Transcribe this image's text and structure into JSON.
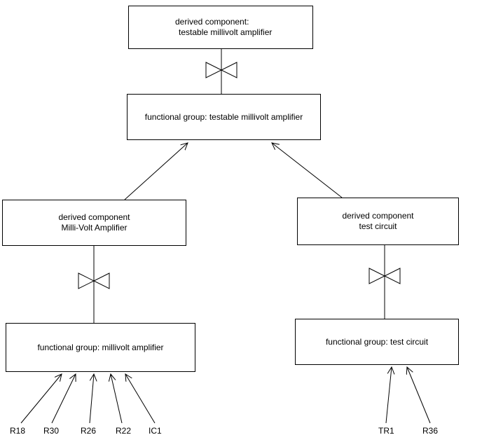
{
  "diagram": {
    "background": "#ffffff",
    "line_color": "#000000",
    "boxes": {
      "top_derived": {
        "line1": "derived component:",
        "line2": "testable millivolt amplifier"
      },
      "fg_top": {
        "label": "functional group: testable millivolt amplifier"
      },
      "dc_left": {
        "line1": "derived component",
        "line2": "Milli-Volt Amplifier"
      },
      "dc_right": {
        "line1": "derived component",
        "line2": "test circuit"
      },
      "fg_left": {
        "label": "functional group: millivolt amplifier"
      },
      "fg_right": {
        "label": "functional group: test circuit"
      }
    },
    "leaves_left": [
      "R18",
      "R30",
      "R26",
      "R22",
      "IC1"
    ],
    "leaves_right": [
      "TR1",
      "R36"
    ]
  }
}
